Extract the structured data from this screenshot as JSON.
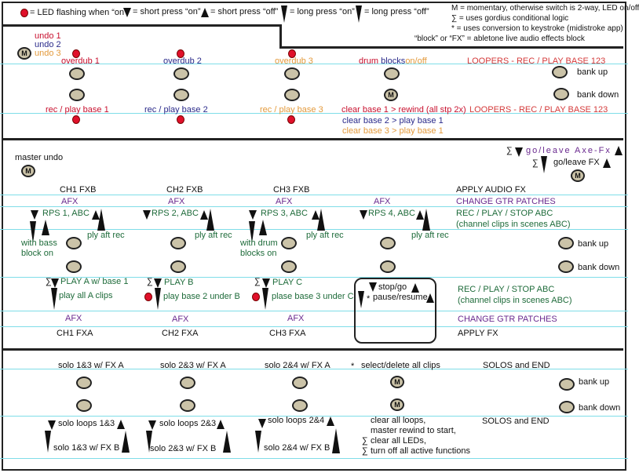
{
  "legend": {
    "led": "= LED flashing when “on”",
    "short_on": "= short press “on”",
    "short_off": "= short press “off”",
    "long_on": "= long press “on”",
    "long_off": "= long press “off”",
    "notes": [
      "M = momentary, otherwise switch is 2-way, LED on/off",
      "∑ = uses gordius conditional logic",
      "* = uses conversion to keystroke (midistroke app)",
      "“block” or “FX” = abletone live audio effects block"
    ]
  },
  "section1": {
    "undo": [
      "undo 1",
      "undo 2",
      "undo 3"
    ],
    "overdub": [
      "overdub 1",
      "overdub 2",
      "overdub 3"
    ],
    "drum_blocks": [
      "drum",
      "blocks",
      "on/off"
    ],
    "row_label_top": "LOOPERS - REC / PLAY BASE 123",
    "rec_play": [
      "rec / play base 1",
      "rec / play base 2",
      "rec / play base 3"
    ],
    "clear": [
      "clear base 1 > rewind (all stp 2x)",
      "clear base 2 > play base 1",
      "clear base 3 > play base 1"
    ],
    "row_label_bottom": "LOOPERS - REC / PLAY BASE 123",
    "bank_up": "bank up",
    "bank_down": "bank down",
    "m": "M"
  },
  "section2": {
    "master_undo": "master undo",
    "axe": "go/leave Axe-Fx",
    "go_leave_fx": "go/leave FX",
    "sigma": "∑",
    "fxb": [
      "CH1 FXB",
      "CH2 FXB",
      "CH3 FXB"
    ],
    "apply_audio_fx": "APPLY AUDIO FX",
    "afx": "AFX",
    "change_gtr": "CHANGE GTR PATCHES",
    "rps": [
      "RPS 1, ABC",
      "RPS 2, ABC",
      "RPS 3, ABC",
      "RPS 4, ABC"
    ],
    "rec_play_stop": "REC / PLAY / STOP ABC",
    "channel_clips": "(channel clips in scenes ABC)",
    "ply_aft_rec": "ply aft rec",
    "with_bass": [
      "with bass",
      "block on"
    ],
    "with_drum": [
      "with drum",
      "blocks on"
    ],
    "bank_up": "bank up",
    "bank_down": "bank down",
    "play": [
      "PLAY A w/ base 1",
      "PLAY B",
      "PLAY C"
    ],
    "play_long": [
      "play all A clips",
      "play base 2 under B",
      "plase base 3 under C"
    ],
    "stop_go": "stop/go",
    "pause_resume": "pause/resume",
    "star": "*",
    "fxa": [
      "CH1 FXA",
      "CH2 FXA",
      "CH3 FXA"
    ],
    "apply_fx": "APPLY FX"
  },
  "section3": {
    "solo_fx_a": [
      "solo 1&3 w/ FX A",
      "solo 2&3 w/ FX A",
      "solo 2&4 w/ FX A"
    ],
    "select_delete": "select/delete all clips",
    "solos_end": "SOLOS and END",
    "solo_loops": [
      "solo loops 1&3",
      "solo loops 2&3",
      "solo loops 2&4"
    ],
    "solo_fx_b": [
      "solo 1&3 w/ FX B",
      "solo 2&3  w/ FX B",
      "solo 2&4 w/ FX B"
    ],
    "end_actions": [
      "clear all loops,",
      "master rewind to start,",
      "clear all LEDs,",
      "turn off all active functions"
    ],
    "bank_up": "bank up",
    "bank_down": "bank down"
  }
}
